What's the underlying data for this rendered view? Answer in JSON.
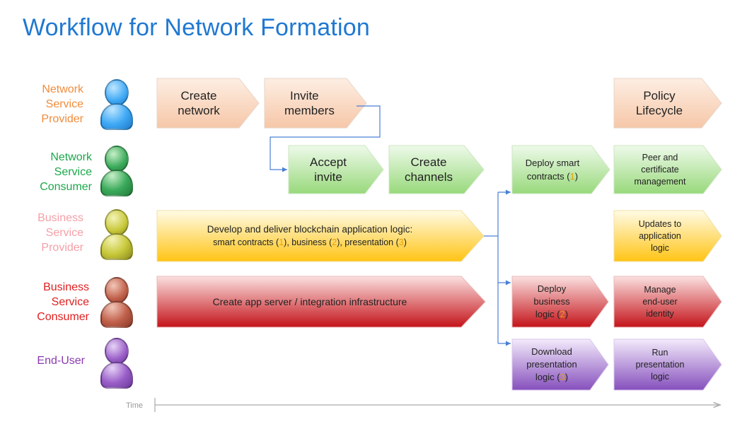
{
  "title": "Workflow for Network Formation",
  "time_label": "Time",
  "roles": [
    {
      "key": "nsp",
      "lines": [
        "Network",
        "Service",
        "Provider"
      ],
      "color": "#f08c3c",
      "person_color": "#3fa9f5"
    },
    {
      "key": "nsc",
      "lines": [
        "Network",
        "Service",
        "Consumer"
      ],
      "color": "#1aa84a",
      "person_color": "#3aaa5a"
    },
    {
      "key": "bsp",
      "lines": [
        "Business",
        "Service",
        "Provider"
      ],
      "color": "#f4a0a8",
      "person_color": "#c8c83a"
    },
    {
      "key": "bsc",
      "lines": [
        "Business",
        "Service",
        "Consumer"
      ],
      "color": "#e02020",
      "person_color": "#c0604a"
    },
    {
      "key": "eu",
      "lines": [
        "End-User"
      ],
      "color": "#8a3ab0",
      "person_color": "#9a5ec8"
    }
  ],
  "steps": {
    "create_network": [
      "Create",
      "network"
    ],
    "invite_members": [
      "Invite",
      "members"
    ],
    "policy_lifecycle": [
      "Policy",
      "Lifecycle"
    ],
    "accept_invite": [
      "Accept",
      "invite"
    ],
    "create_channels": [
      "Create",
      "channels"
    ],
    "deploy_smart_contracts": {
      "line1": "Deploy smart",
      "line2_pre": "contracts (",
      "num": "1",
      "line2_post": ")"
    },
    "peer_cert": [
      "Peer and",
      "certificate",
      "management"
    ],
    "develop_deliver": {
      "line1": "Develop and deliver blockchain application logic:",
      "l2a": "smart contracts (",
      "n1": "1",
      "l2b": "), business (",
      "n2": "2",
      "l2c": "), presentation (",
      "n3": "3",
      "l2d": ")"
    },
    "updates_app": [
      "Updates to",
      "application",
      "logic"
    ],
    "create_app_server": "Create app server / integration infrastructure",
    "deploy_business": {
      "line1": "Deploy",
      "line2": "business",
      "line3_pre": "logic (",
      "num": "2",
      "line3_post": ")"
    },
    "manage_identity": [
      "Manage",
      "end-user",
      "identity"
    ],
    "download_presentation": {
      "line1": "Download",
      "line2": "presentation",
      "line3_pre": "logic (",
      "num": "3",
      "line3_post": ")"
    },
    "run_presentation": [
      "Run",
      "presentation",
      "logic"
    ]
  },
  "colors": {
    "orange_fill_top": "#fbe3d2",
    "orange_fill_bottom": "#f6c7a8",
    "green_fill_top": "#e6f6dc",
    "green_fill_bottom": "#9fdc84",
    "yellow_fill_top": "#fff4c2",
    "yellow_fill_bottom": "#ffc61a",
    "red_fill_top": "#f9c8c8",
    "red_fill_bottom": "#c8161c",
    "purple_fill_top": "#eadcf6",
    "purple_fill_bottom": "#8a52c0",
    "connector": "#4a7fd4",
    "timeline": "#aaaaaa"
  }
}
